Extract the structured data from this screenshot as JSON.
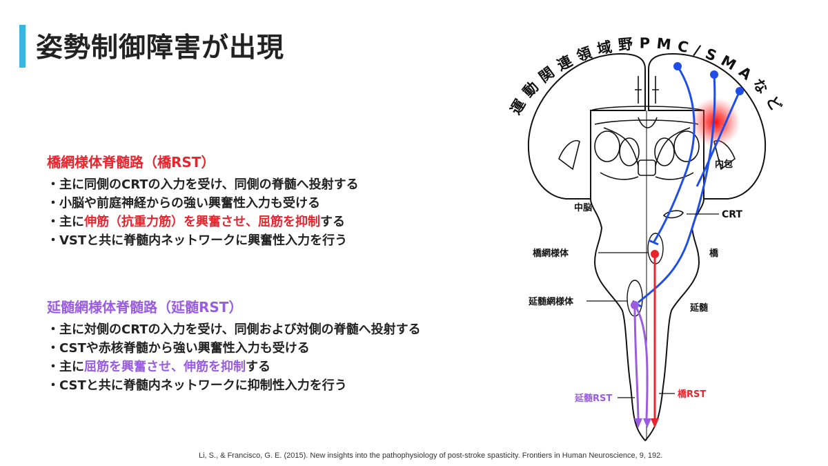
{
  "title": "姿勢制御障害が出現",
  "colors": {
    "accent_bar": "#38b6e0",
    "pontine": "#e8242c",
    "medullary": "#9a5ce0",
    "cortical": "#1f4de6"
  },
  "pontine_section": {
    "title": "橋網様体脊髄路（橋RST）",
    "bullets": [
      {
        "parts": [
          "・主に同側のCRTの入力を受け、同側の脊髄へ投射する"
        ]
      },
      {
        "parts": [
          "・小脳や前庭神経からの強い興奮性入力も受ける"
        ]
      },
      {
        "parts": [
          "・主に",
          "伸筋（抗重力筋）を興奮させ、屈筋を抑制",
          "する"
        ]
      },
      {
        "parts": [
          "・VSTと共に脊髄内ネットワークに興奮性入力を行う"
        ]
      }
    ]
  },
  "medullary_section": {
    "title": "延髄網様体脊髄路（延髄RST）",
    "bullets": [
      {
        "parts": [
          "・主に対側のCRTの入力を受け、同側および対側の脊髄へ投射する"
        ]
      },
      {
        "parts": [
          "・CSTや赤核脊髄から強い興奮性入力も受ける"
        ]
      },
      {
        "parts": [
          "・主に",
          "屈筋を興奮させ、伸筋を抑制",
          "する"
        ]
      },
      {
        "parts": [
          "・CSTと共に脊髄内ネットワークに抑制性入力を行う"
        ]
      }
    ]
  },
  "diagram": {
    "arc_label": "運動関連領域野PMC/SMAなど",
    "labels": {
      "internal_capsule": "内包",
      "midbrain": "中脳",
      "crt": "CRT",
      "pontine_rf": "橋網様体",
      "pons": "橋",
      "medullary_rf": "延髄網様体",
      "medulla": "延髄",
      "medullary_rst": "延髄RST",
      "pontine_rst": "橋RST"
    }
  },
  "citation": "Li, S., & Francisco, G. E. (2015). New insights into the pathophysiology of post-stroke spasticity. Frontiers in Human Neuroscience, 9, 192."
}
